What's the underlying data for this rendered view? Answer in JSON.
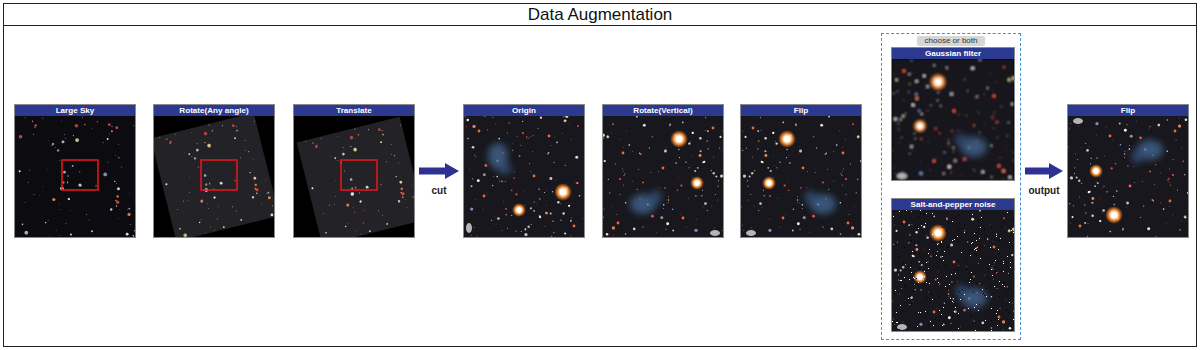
{
  "diagram": {
    "title": "Data Augmentation",
    "nodes": [
      {
        "text": [
          "Large Sky"
        ]
      },
      {
        "text": [
          "Rotate(Any angle)"
        ]
      },
      {
        "text": [
          "Translate"
        ]
      },
      {
        "text": [
          "Origin"
        ]
      },
      {
        "text": [
          "Rotate(Vertical)"
        ]
      },
      {
        "text": [
          "Flip"
        ]
      },
      {
        "text": [
          "choose or both"
        ]
      },
      {
        "text": [
          "Gaussian filter"
        ],
        "in": 6
      },
      {
        "text": [
          "Salt-and-pepper noise"
        ],
        "in": 6
      },
      {
        "text": [
          "Flip"
        ]
      }
    ],
    "edges": [
      {
        "from": 2,
        "to": 3,
        "label": "cut",
        "arrow": "to"
      },
      {
        "from": 6,
        "to": 9,
        "label": "output",
        "arrow": "to"
      }
    ]
  }
}
